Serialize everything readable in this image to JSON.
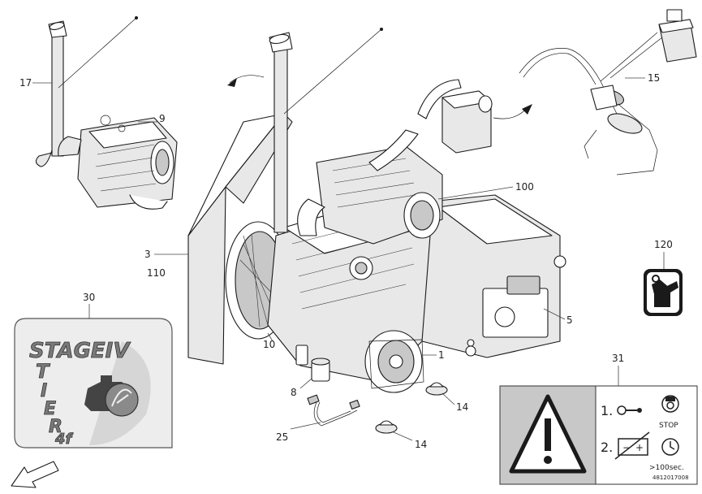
{
  "callouts": {
    "c17": "17",
    "c9": "9",
    "c15": "15",
    "c100": "100",
    "c3": "3",
    "c110": "110",
    "c120": "120",
    "c30": "30",
    "c5": "5",
    "c10": "10",
    "c1": "1",
    "c31": "31",
    "c8": "8",
    "c14a": "14",
    "c14b": "14",
    "c25": "25"
  },
  "stage_decal": {
    "line1": "STAGEIV",
    "line2_t": "T",
    "line3_i": "I",
    "line4_e": "E",
    "line5_r": "R",
    "line6": "4f"
  },
  "warning_decal": {
    "step1": "1.",
    "step2": "2.",
    "stop_label": "STOP",
    "time_label": ">100sec.",
    "part_number": "4812017008"
  },
  "colors": {
    "line": "#1a1a1a",
    "panel_fill": "#e8e8e8",
    "decal_gray": "#c8c8c8"
  },
  "icons": [
    "exclamation-triangle-icon",
    "wrench-hand-icon",
    "engine-leaf-icon",
    "key-icon",
    "battery-icon",
    "clock-icon",
    "direction-arrow-icon"
  ]
}
